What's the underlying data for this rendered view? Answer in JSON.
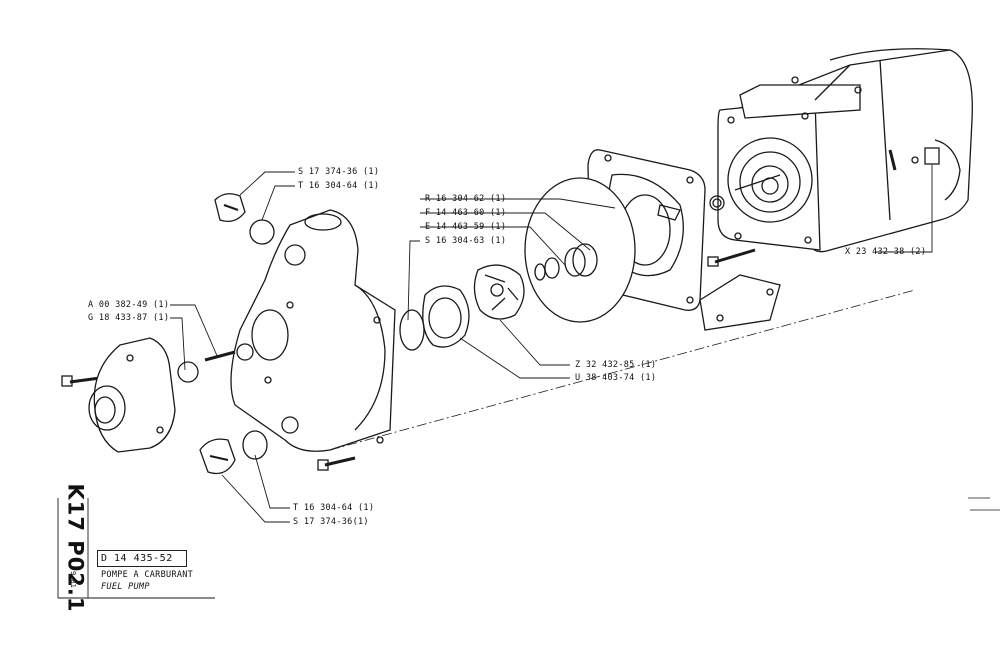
{
  "drawing": {
    "sheet_code": "K17 P02.1",
    "date_code": "9-81",
    "reference": "D 14 435-52",
    "title_fr": "POMPE A CARBURANT",
    "title_en": "FUEL PUMP"
  },
  "callouts": [
    {
      "id": "s17374-top",
      "text": "S 17 374-36 (1)"
    },
    {
      "id": "t16304-top",
      "text": "T 16 304-64 (1)"
    },
    {
      "id": "r16304",
      "text": "R 16 304-62 (1)"
    },
    {
      "id": "f14463",
      "text": "F 14 463-60 (1)"
    },
    {
      "id": "e14463",
      "text": "E 14 463-59 (1)"
    },
    {
      "id": "s16304",
      "text": "S 16 304-63 (1)"
    },
    {
      "id": "a00382",
      "text": "A 00 382-49 (1)"
    },
    {
      "id": "g18433",
      "text": "G 18 433-87 (1)"
    },
    {
      "id": "z32432",
      "text": "Z 32 432-85 (1)"
    },
    {
      "id": "u38403",
      "text": "U 38 403-74 (1)"
    },
    {
      "id": "x23432",
      "text": "X 23 432-38 (2)"
    },
    {
      "id": "t16304-bot",
      "text": "T 16 304-64 (1)"
    },
    {
      "id": "s17374-bot",
      "text": "S 17 374-36(1)"
    }
  ]
}
